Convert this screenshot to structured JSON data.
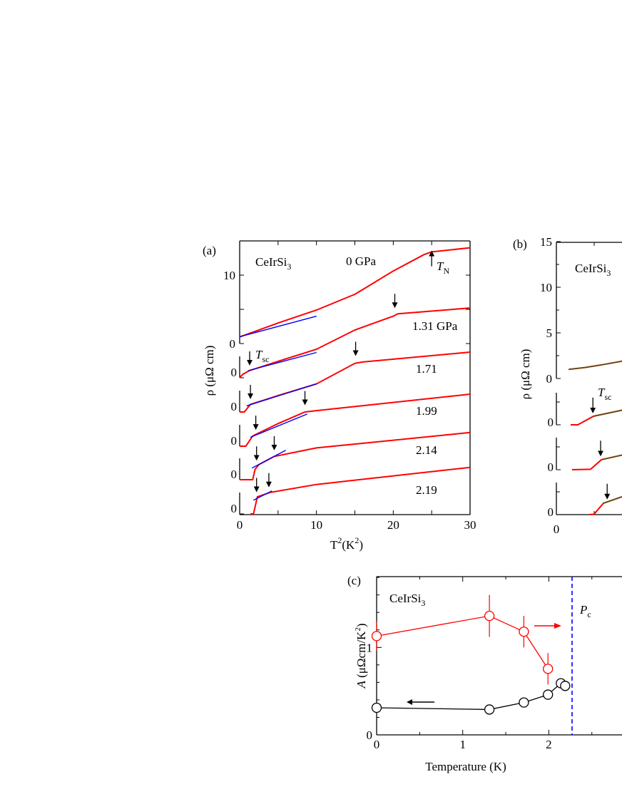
{
  "chart_data": [
    {
      "panel": "(a)",
      "type": "line",
      "compound": {
        "base": "CeIrSi",
        "sub": "3"
      },
      "xlabel": {
        "main": "T",
        "sup1": "2",
        "unit": "(K",
        "sup2": "2",
        "close": ")"
      },
      "ylabel": "ρ (μΩ cm)",
      "xlim": [
        0,
        30
      ],
      "xticks": [
        "0",
        "10",
        "20",
        "30"
      ],
      "yticks_top": [
        "0",
        "10"
      ],
      "subpanel_zero_label": "0",
      "tn_label": {
        "main": "T",
        "sub": "N"
      },
      "tsc_label": {
        "main": "T",
        "sub": "sc"
      },
      "colors": {
        "data": "#ff0000",
        "fit": "#0000ff"
      },
      "series": [
        {
          "name": "0 GPa",
          "points": [
            [
              0,
              0.97
            ],
            [
              5,
              3.0
            ],
            [
              10,
              4.9
            ],
            [
              15,
              7.2
            ],
            [
              20,
              10.6
            ],
            [
              24,
              13.0
            ],
            [
              25,
              13.4
            ],
            [
              30,
              14.0
            ]
          ],
          "fit": [
            [
              0,
              1.0
            ],
            [
              10,
              4.0
            ]
          ],
          "arrows": [
            {
              "x": 25,
              "y": 11.5,
              "dir": "up"
            }
          ]
        },
        {
          "name": "1.31 GPa",
          "points": [
            [
              0,
              0
            ],
            [
              0.4,
              0.5
            ],
            [
              1.25,
              1.04
            ],
            [
              5,
              2.4
            ],
            [
              10,
              4.17
            ],
            [
              15,
              6.98
            ],
            [
              20,
              9.0
            ],
            [
              20.6,
              9.35
            ],
            [
              30,
              10.2
            ]
          ],
          "fit": [
            [
              1.1,
              1.04
            ],
            [
              10,
              3.7
            ]
          ],
          "arrows": [
            {
              "x": 1.3,
              "y": 2.2,
              "dir": "down"
            },
            {
              "x": 20.2,
              "y": 10.6,
              "dir": "down"
            }
          ]
        },
        {
          "name": "1.71",
          "points": [
            [
              0,
              0
            ],
            [
              0.6,
              0
            ],
            [
              1.4,
              1.1
            ],
            [
              5,
              2.4
            ],
            [
              10,
              4.1
            ],
            [
              15,
              7.1
            ],
            [
              16,
              7.3
            ],
            [
              30,
              8.75
            ]
          ],
          "fit": [
            [
              0.9,
              0.9
            ],
            [
              10,
              4.1
            ]
          ],
          "arrows": [
            {
              "x": 1.4,
              "y": 2.3,
              "dir": "down"
            },
            {
              "x": 15.1,
              "y": 8.6,
              "dir": "down"
            }
          ]
        },
        {
          "name": "1.99",
          "points": [
            [
              0,
              0
            ],
            [
              0.8,
              0
            ],
            [
              1.7,
              1.5
            ],
            [
              5,
              3.3
            ],
            [
              8.5,
              5.0
            ],
            [
              10,
              5.2
            ],
            [
              30,
              7.6
            ]
          ],
          "fit": [
            [
              1.4,
              1.3
            ],
            [
              8.8,
              4.7
            ]
          ],
          "arrows": [
            {
              "x": 2.1,
              "y": 2.8,
              "dir": "down"
            },
            {
              "x": 8.5,
              "y": 6.4,
              "dir": "down"
            }
          ]
        },
        {
          "name": "2.14",
          "points": [
            [
              0,
              0
            ],
            [
              1.7,
              0
            ],
            [
              2.0,
              1.5
            ],
            [
              2.5,
              2.2
            ],
            [
              4.5,
              3.4
            ],
            [
              10,
              4.65
            ],
            [
              30,
              6.9
            ]
          ],
          "fit": [
            [
              1.6,
              1.7
            ],
            [
              6,
              4.3
            ]
          ],
          "arrows": [
            {
              "x": 2.2,
              "y": 3.2,
              "dir": "down"
            },
            {
              "x": 4.5,
              "y": 4.7,
              "dir": "down"
            }
          ]
        },
        {
          "name": "2.19",
          "points": [
            [
              1.4,
              0
            ],
            [
              1.8,
              0
            ],
            [
              2.3,
              2.5
            ],
            [
              4,
              3.15
            ],
            [
              10,
              4.3
            ],
            [
              30,
              6.8
            ]
          ],
          "fit": [
            [
              1.8,
              2.0
            ],
            [
              4.2,
              3.35
            ]
          ],
          "arrows": [
            {
              "x": 2.2,
              "y": 3.6,
              "dir": "down"
            },
            {
              "x": 3.8,
              "y": 4.3,
              "dir": "down"
            }
          ]
        }
      ]
    },
    {
      "panel": "(b)",
      "type": "line",
      "compound": {
        "base": "CeIrSi",
        "sub": "3"
      },
      "ylabel": "ρ (μΩ cm)",
      "yticks_top": [
        "0",
        "5",
        "10",
        "15"
      ],
      "xticks": [
        "0"
      ],
      "subpanel_zero_label": "0",
      "tsc_label": {
        "main": "T",
        "sub": "sc"
      },
      "colors": {
        "data": "#ff0000",
        "fit": "#1a6a1a"
      },
      "series": [
        {
          "points": [
            [
              0.43,
              1.0
            ],
            [
              1.0,
              1.2
            ],
            [
              1.6,
              1.5
            ],
            [
              2.3,
              1.9
            ]
          ]
        },
        {
          "points": [
            [
              0.5,
              0
            ],
            [
              0.75,
              0
            ],
            [
              1.3,
              0.94
            ],
            [
              2.3,
              1.6
            ]
          ],
          "arrows": [
            {
              "x": 1.28,
              "y": 2.2
            }
          ]
        },
        {
          "points": [
            [
              0.55,
              0
            ],
            [
              1.2,
              0.05
            ],
            [
              1.58,
              1.1
            ],
            [
              2.3,
              1.6
            ]
          ],
          "arrows": [
            {
              "x": 1.55,
              "y": 2.4
            }
          ]
        },
        {
          "points": [
            [
              1.15,
              0
            ],
            [
              1.32,
              0.05
            ],
            [
              1.65,
              1.25
            ],
            [
              2.3,
              1.95
            ]
          ],
          "arrows": [
            {
              "x": 1.78,
              "y": 2.6
            }
          ]
        }
      ]
    },
    {
      "panel": "(c)",
      "type": "scatter",
      "compound": {
        "base": "CeIrSi",
        "sub": "3"
      },
      "xlabel": "Temperature (K)",
      "ylabel": {
        "main": "A",
        "unit": " (μΩcm/K",
        "sup": "2",
        "close": ")"
      },
      "xlim": [
        0,
        2.9
      ],
      "ylim": [
        0,
        1.8
      ],
      "xticks": [
        "0",
        "1",
        "2"
      ],
      "yticks": [
        "0",
        "1"
      ],
      "pc_label": {
        "main": "P",
        "sub": "c"
      },
      "pc_value": 2.27,
      "colors": {
        "left_series": "#000000",
        "right_series": "#ff0000",
        "pc_line": "#0000ff"
      },
      "series": [
        {
          "axis": "left",
          "x": [
            0,
            1.31,
            1.71,
            1.99,
            2.14,
            2.19
          ],
          "y": [
            0.31,
            0.29,
            0.37,
            0.46,
            0.59,
            0.56
          ],
          "err": [
            0,
            0,
            0,
            0,
            0.04,
            0.04
          ]
        },
        {
          "axis": "right",
          "x": [
            0,
            1.31,
            1.71,
            1.99
          ],
          "y": [
            1.13,
            1.36,
            1.18,
            0.755
          ],
          "err": [
            0.17,
            0.24,
            0.18,
            0.18
          ]
        }
      ]
    }
  ]
}
